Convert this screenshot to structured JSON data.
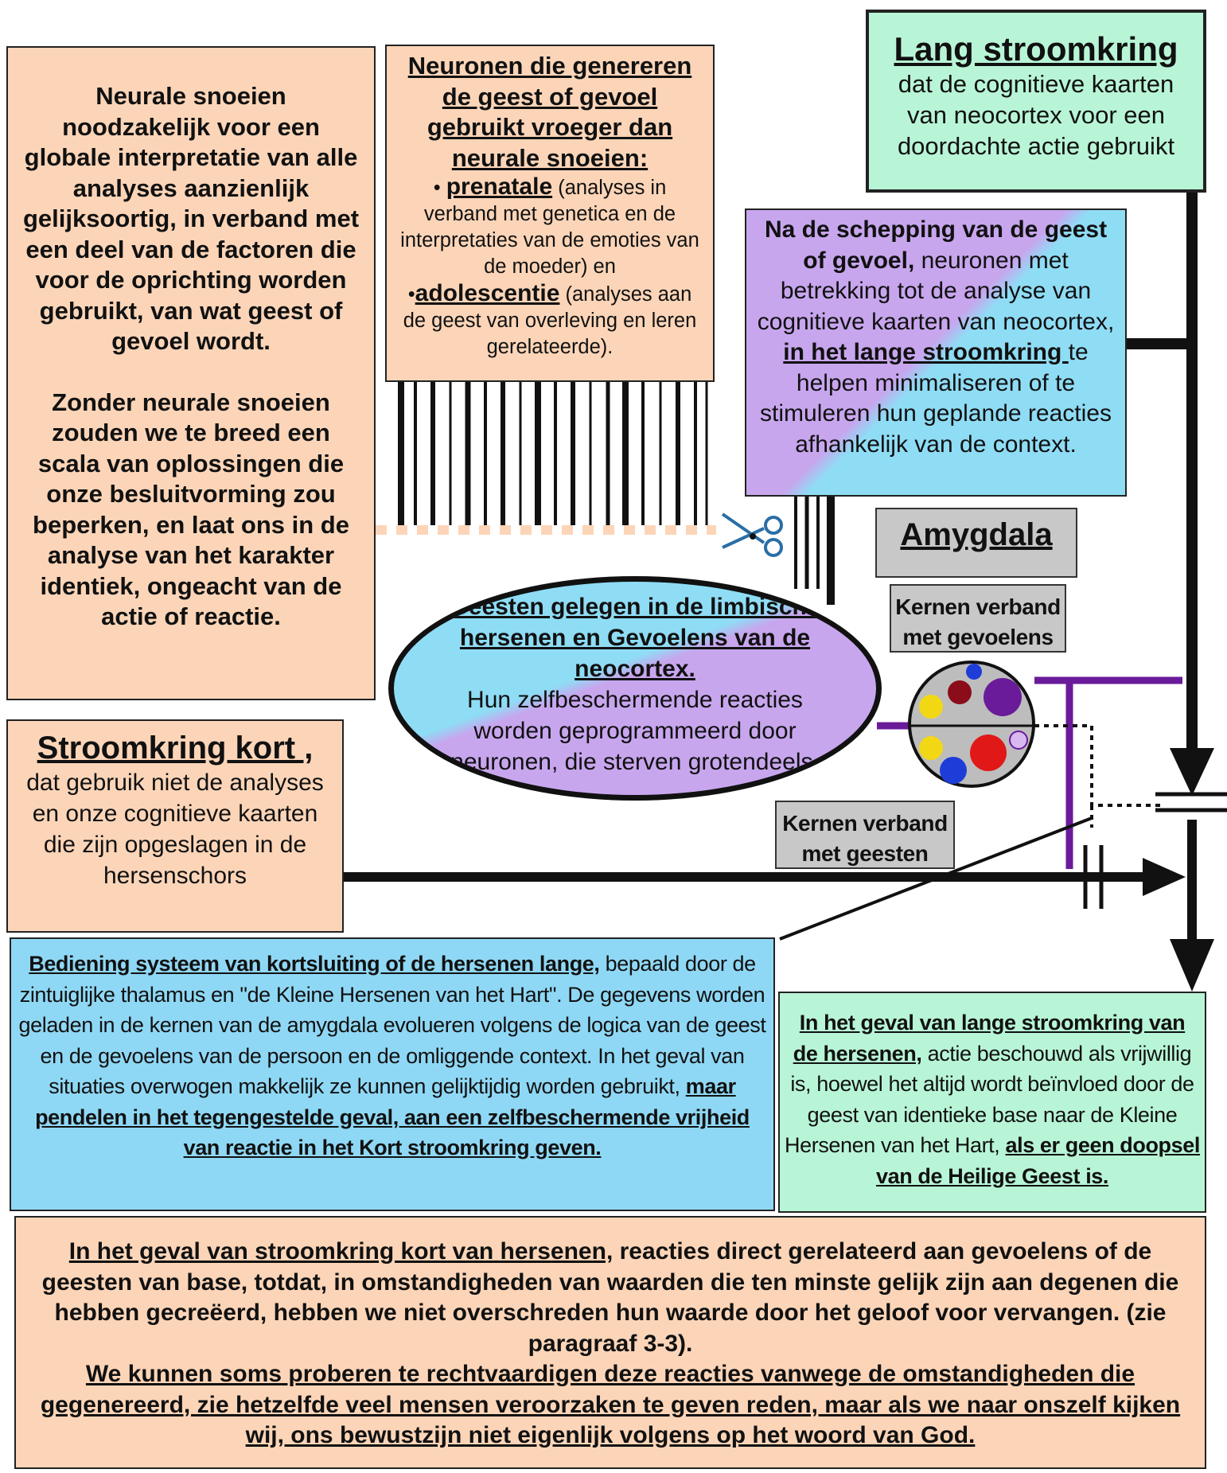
{
  "snoeien_box": {
    "para1": "Neurale snoeien noodzakelijk voor een globale interpretatie van alle analyses aanzienlijk gelijksoortig, in verband met een deel van de factoren die voor de oprichting worden gebruikt, van wat geest of gevoel wordt.",
    "para2": "Zonder neurale snoeien zouden we te breed een scala van oplossingen die onze besluitvorming zou beperken, en laat ons in de analyse van het karakter identiek, ongeacht van de actie of reactie."
  },
  "neuronen_box": {
    "title": "Neuronen die genereren de geest of gevoel gebruikt vroeger dan neurale snoeien:",
    "item1_bullet": "• ",
    "item1_key": "prenatale",
    "item1_text": " (analyses in verband met genetica en de interpretaties van de emoties van de moeder) en",
    "item2_bullet": "•",
    "item2_key": "adolescentie",
    "item2_text": " (analyses aan de geest van overleving en leren gerelateerde)."
  },
  "lang_box": {
    "title": "Lang stroomkring",
    "text": "dat de cognitieve kaarten van neocortex voor een doordachte actie gebruikt"
  },
  "schepping_box": {
    "bold": "Na de schepping van de geest of gevoel,",
    "text1": " neuronen met betrekking tot de analyse van cognitieve kaarten van neocortex, ",
    "underline": "in het lange stroomkring ",
    "text2": "te helpen minimaliseren of te stimuleren hun geplande reacties afhankelijk van de context."
  },
  "amygdala": {
    "title": "Amygdala",
    "kern_gevoel": "Kernen verband met gevoelens",
    "kern_geest": "Kernen verband met geesten"
  },
  "geesten_ellipse": {
    "title": "Geesten gelegen in de limbische hersenen en Gevoelens van de neocortex.",
    "text": "Hun zelfbeschermende reacties worden geprogrammeerd door neuronen, die sterven grotendeels."
  },
  "kort_box": {
    "title": "Stroomkring kort ,",
    "text": "dat gebruik niet de analyses en onze cognitieve kaarten die zijn opgeslagen in de hersenschors"
  },
  "bediening_box": {
    "lead": "Bediening systeem van kortsluiting of de hersenen lange,",
    "text": " bepaald door de zintuiglijke thalamus en \"de Kleine Hersenen van het Hart\".  De gegevens worden geladen in de kernen van de amygdala evolueren volgens de logica van de geest en de gevoelens van de persoon en de omliggende context.  In het geval van situaties overwogen makkelijk ze kunnen gelijktijdig worden gebruikt, ",
    "tail": "maar pendelen in het tegengestelde geval,  aan een zelfbeschermende vrijheid van reactie in het Kort stroomkring geven."
  },
  "geval_lang_box": {
    "lead": "In het geval van lange stroomkring van de hersenen,",
    "text": " actie beschouwd als vrijwillig is, hoewel het altijd wordt beïnvloed door de geest van identieke base naar de Kleine Hersenen van het Hart, ",
    "tail": "als er geen doopsel van de Heilige Geest is."
  },
  "geval_kort_box": {
    "lead": "In het geval van stroomkring kort van hersenen,",
    "text": " reacties direct gerelateerd aan gevoelens of de geesten van base, totdat, in omstandigheden van waarden die ten minste gelijk zijn aan degenen die hebben  gecreëerd, hebben we niet overschreden hun waarde door het geloof voor vervangen. (zie paragraaf 3-3).",
    "para2": "We kunnen soms proberen te rechtvaardigen deze reacties vanwege de omstandigheden die gegenereerd, zie hetzelfde veel mensen veroorzaken te geven reden, maar als we naar onszelf kijken wij, ons bewustzijn niet eigenlijk volgens op het woord van God."
  },
  "colors": {
    "peach": "#fcd5b8",
    "mint": "#b8f5d6",
    "sky": "#8fd8f5",
    "lilac": "#c8a6ee",
    "purple_line": "#6a1b9a",
    "grey": "#c8c8c8"
  },
  "icons": {
    "scissors": "scissors-icon",
    "amygdala_nuclei": "amygdala-nuclei-icon"
  }
}
